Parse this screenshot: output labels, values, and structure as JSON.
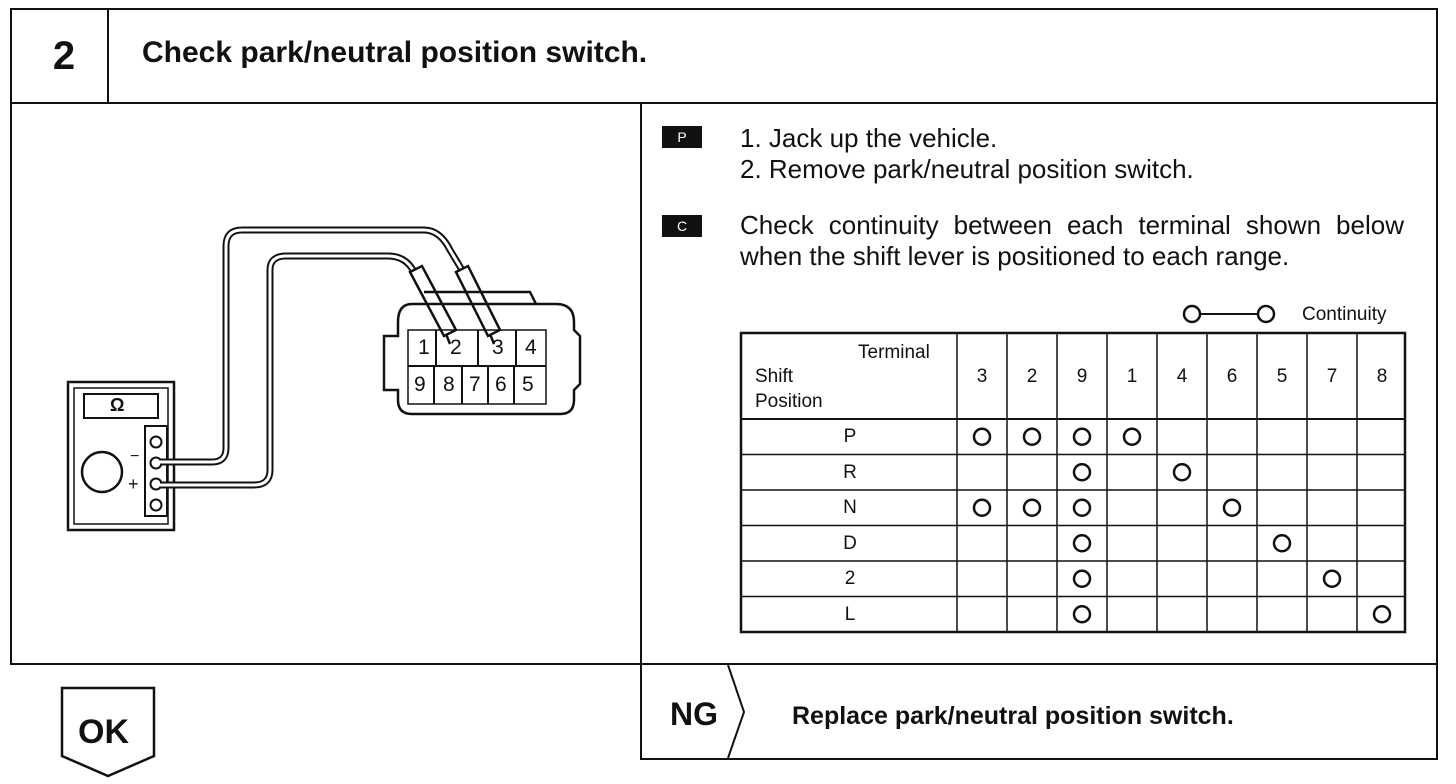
{
  "header": {
    "step_number": "2",
    "title": "Check park/neutral position switch."
  },
  "instructions": {
    "prep_tag": "P",
    "prep_steps": [
      "1.  Jack up the vehicle.",
      "2.  Remove  park/neutral  position  switch."
    ],
    "check_tag": "C",
    "check_text": "Check continuity between each terminal shown below when the shift lever is positioned to each range.",
    "continuity_legend": "Continuity"
  },
  "diagram": {
    "ohm_symbol": "Ω",
    "minus": "−",
    "plus": "+",
    "connector_top": [
      "1",
      "2",
      "3",
      "4"
    ],
    "connector_bottom": [
      "9",
      "8",
      "7",
      "6",
      "5"
    ]
  },
  "table": {
    "corner_top": "Terminal",
    "corner_bottom_1": "Shift",
    "corner_bottom_2": "Position",
    "terminals": [
      "3",
      "2",
      "9",
      "1",
      "4",
      "6",
      "5",
      "7",
      "8"
    ],
    "rows": [
      {
        "position": "P",
        "links": [
          [
            "3",
            "2"
          ],
          [
            "9",
            "1"
          ]
        ]
      },
      {
        "position": "R",
        "links": [
          [
            "9",
            "4"
          ]
        ]
      },
      {
        "position": "N",
        "links": [
          [
            "3",
            "2"
          ],
          [
            "9",
            "6"
          ]
        ]
      },
      {
        "position": "D",
        "links": [
          [
            "9",
            "5"
          ]
        ]
      },
      {
        "position": "2",
        "links": [
          [
            "9",
            "7"
          ]
        ]
      },
      {
        "position": "L",
        "links": [
          [
            "9",
            "8"
          ]
        ]
      }
    ]
  },
  "results": {
    "ok_label": "OK",
    "ng_label": "NG",
    "ng_action": "Replace park/neutral position switch."
  }
}
